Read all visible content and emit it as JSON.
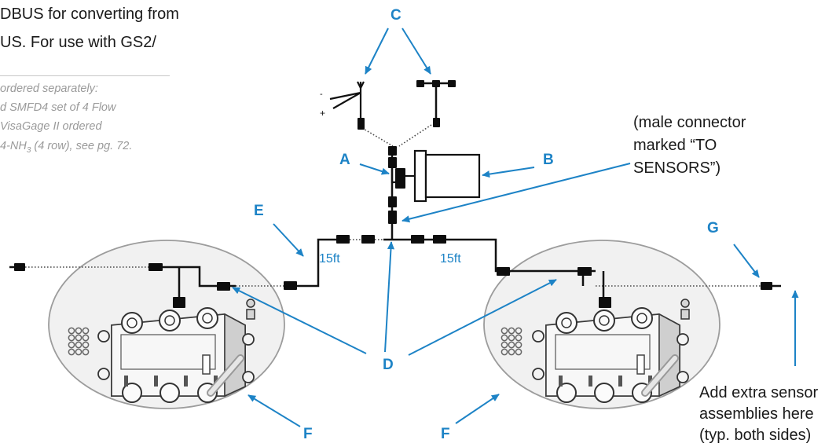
{
  "intro": {
    "line1": "DBUS for converting from",
    "line2": "US. For use with GS2/"
  },
  "note": {
    "line1": "ordered separately:",
    "line2": "d SMFD4 set of 4 Flow",
    "line3": "VisaGage II ordered",
    "line4_pre": "4-NH",
    "line4_sub": "3",
    "line4_post": " (4 row), see pg. 72."
  },
  "callouts": {
    "A": "A",
    "B": "B",
    "C": "C",
    "D": "D",
    "E": "E",
    "F_left": "F",
    "F_right": "F",
    "G": "G"
  },
  "lengths": {
    "left": "15ft",
    "right": "15ft"
  },
  "connector_note": [
    "(male connector",
    "marked “TO",
    "SENSORS”)"
  ],
  "extra_note": [
    "Add extra sensor",
    "assemblies here",
    "(typ. both sides)"
  ],
  "colors": {
    "callout_blue": "#1d83c6",
    "cable": "#111111",
    "connector": "#0d0d0d",
    "dotted_cable": "#4a4a4a",
    "ellipse_outline": "#9c9c9c",
    "ellipse_fill": "#f1f1f1",
    "note_gray": "#9a9a9a"
  }
}
